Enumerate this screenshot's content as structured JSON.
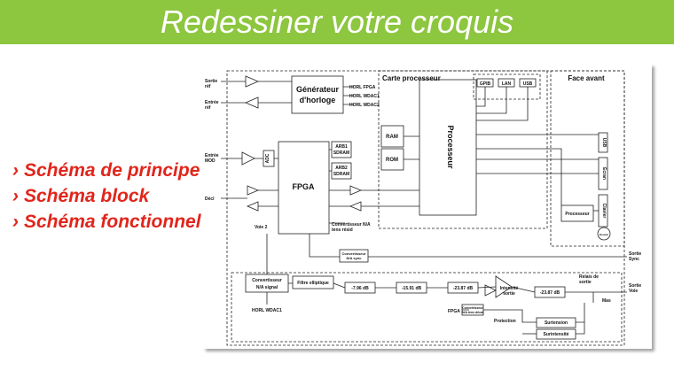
{
  "slide": {
    "title": "Redessiner votre croquis",
    "accent_color": "#8dc63f",
    "bullet_color": "#e1251b",
    "bullet_marker": "›",
    "bullets": [
      "Schéma de principe",
      "Schéma block",
      "Schéma fonctionnel"
    ]
  },
  "diagram": {
    "sections": {
      "carte_processeur": "Carte processeur",
      "face_avant": "Face avant"
    },
    "blocks": {
      "generateur_1": "Générateur",
      "generateur_2": "d'horloge",
      "fpga": "FPGA",
      "processeur": "Processeur",
      "ram": "RAM",
      "rom": "ROM",
      "arb1_1": "ARB1",
      "arb1_2": "SDRAM",
      "arb2_1": "ARB2",
      "arb2_2": "SDRAM",
      "gpib": "GPIB",
      "lan": "LAN",
      "usb": "USB",
      "usb_side": "USB",
      "ecran": "Écran",
      "clavier": "Clavier",
      "processeur_small": "Processeur",
      "bouton": "Bouton",
      "adc": "ADC",
      "conv_small_1": "Convertisseur",
      "conv_small_2": "N/A sync",
      "conv_na_1": "Convertisseur",
      "conv_na_2": "N/A signal",
      "filtre": "Filtre elliptique",
      "att1": "-7.96 dB",
      "att2": "-15.91 dB",
      "att3": "-23.87 dB",
      "att4": "-23.87 dB",
      "intensite_1": "Intensité",
      "intensite_2": "sortie",
      "surtension": "Surtension",
      "surintensite": "Surintensité",
      "conv_dc_1": "Convertisseur",
      "conv_dc_2": "N/A tens décal"
    },
    "labels": {
      "sortie_ref_1": "Sortie",
      "sortie_ref_2": "réf",
      "entree_ref_1": "Entrée",
      "entree_ref_2": "réf",
      "entree_mod_1": "Entrée",
      "entree_mod_2": "MOD",
      "decl": "Décl",
      "horl_fpga": "HORL FPGA",
      "horl_wdac1": "HORL WDAC1",
      "horl_wdac2": "HORL WDAC2",
      "voie2": "Voie 2",
      "conv_tens_1": "Convertisseur N/A",
      "conv_tens_2": "tens résid",
      "horl_wdac1_bottom": "HORL WDAC1",
      "sortie_sync_1": "Sortie",
      "sortie_sync_2": "Sync",
      "sortie_voie_1": "Sortie",
      "sortie_voie_2": "Voie",
      "relais_1": "Relais de",
      "relais_2": "sortie",
      "mas": "Mas",
      "fpga_small": "FPGA",
      "protection": "Protection"
    }
  }
}
